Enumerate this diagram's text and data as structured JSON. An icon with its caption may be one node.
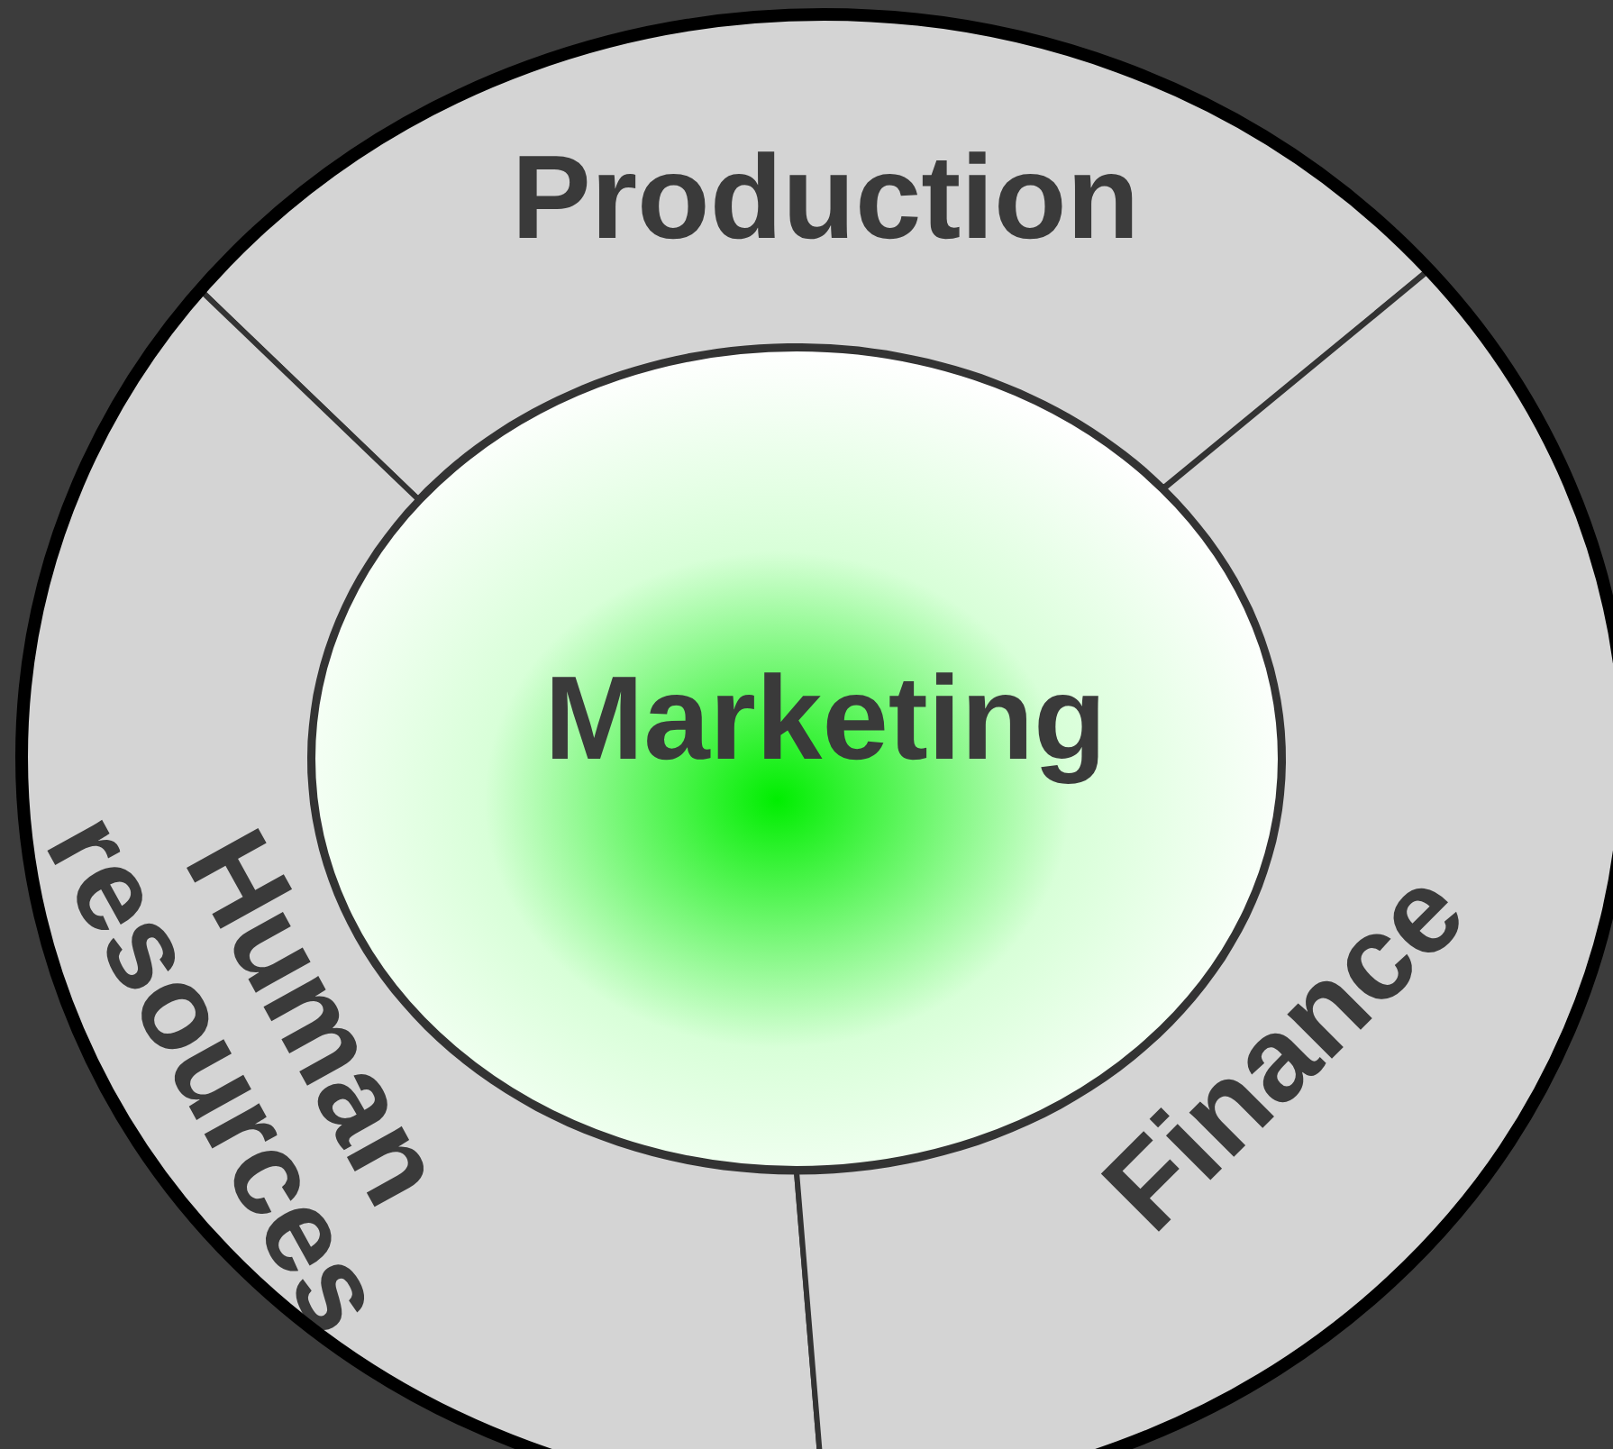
{
  "diagram": {
    "nodes": [
      {
        "text": [
          "Production"
        ]
      },
      {
        "text": [
          "Marketing"
        ]
      },
      {
        "text": [
          "Human resources"
        ]
      },
      {
        "text": [
          "Finance"
        ]
      }
    ]
  }
}
